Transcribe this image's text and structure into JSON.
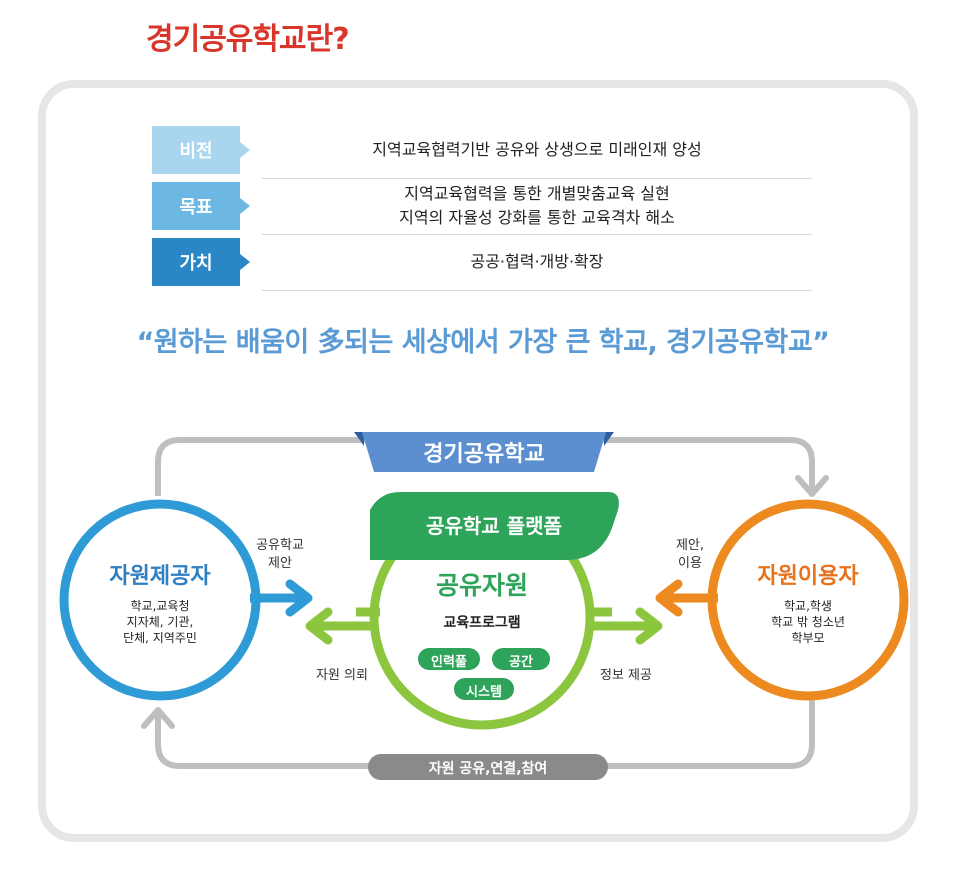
{
  "page_title": "경기공유학교란?",
  "rows": [
    {
      "tag": "비전",
      "lines": [
        "지역교육협력기반 공유와 상생으로 미래인재 양성"
      ],
      "color": "#a9d5ef"
    },
    {
      "tag": "목표",
      "lines": [
        "지역교육협력을 통한 개별맞춤교육 실현",
        "지역의 자율성 강화를 통한 교육격차 해소"
      ],
      "color": "#6cb8e3"
    },
    {
      "tag": "가치",
      "lines": [
        "공공·협력·개방·확장"
      ],
      "color": "#2b86c5"
    }
  ],
  "slogan": "“원하는 배움이 多되는 세상에서 가장 큰 학교, 경기공유학교”",
  "diagram": {
    "top_banner": "경기공유학교",
    "platform_banner": "공유학교 플랫폼",
    "center": {
      "title": "공유자원",
      "subtitle": "교육프로그램",
      "pills": [
        "인력풀",
        "공간",
        "시스템"
      ]
    },
    "provider": {
      "title": "자원제공자",
      "lines": [
        "학교,교육청",
        "지자체, 기관,",
        "단체, 지역주민"
      ]
    },
    "user": {
      "title": "자원이용자",
      "lines": [
        "학교,학생",
        "학교 밖 청소년",
        "학부모"
      ]
    },
    "arrow_labels": {
      "provider_propose": [
        "공유학교",
        "제안"
      ],
      "user_propose": [
        "제안,",
        "이용"
      ],
      "request": "자원 의뢰",
      "info": "정보 제공"
    },
    "bottom_banner": "자원 공유,연결,참여",
    "colors": {
      "provider": "#2f9bd6",
      "user": "#ed8a1f",
      "center": "#8cc63e",
      "platform": "#2ea35a",
      "banner": "#5b8fd0",
      "loop": "#bfbfbf"
    }
  }
}
